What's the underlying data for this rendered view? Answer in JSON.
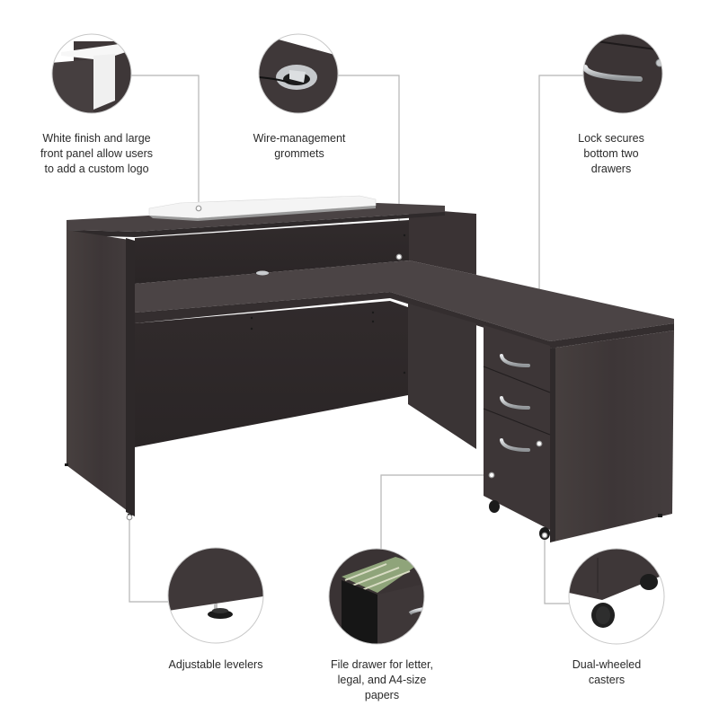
{
  "product": {
    "name": "L-shaped reception desk with mobile file cabinet",
    "finish_color": "#3f383a",
    "accent_white": "#f2f2f2",
    "hardware_color": "#b9bcbf",
    "callout_line_color": "#b5b5b5"
  },
  "callouts": [
    {
      "id": "logo-panel",
      "label": "White finish and large\nfront panel allow users\nto add a custom logo",
      "position": "top-left"
    },
    {
      "id": "grommet",
      "label": "Wire-management\ngrommets",
      "position": "top-center"
    },
    {
      "id": "lock",
      "label": "Lock secures\nbottom two\ndrawers",
      "position": "top-right"
    },
    {
      "id": "levelers",
      "label": "Adjustable levelers",
      "position": "bottom-left"
    },
    {
      "id": "file-drawer",
      "label": "File drawer for letter,\nlegal, and A4-size\npapers",
      "position": "bottom-center"
    },
    {
      "id": "casters",
      "label": "Dual-wheeled\ncasters",
      "position": "bottom-right"
    }
  ]
}
